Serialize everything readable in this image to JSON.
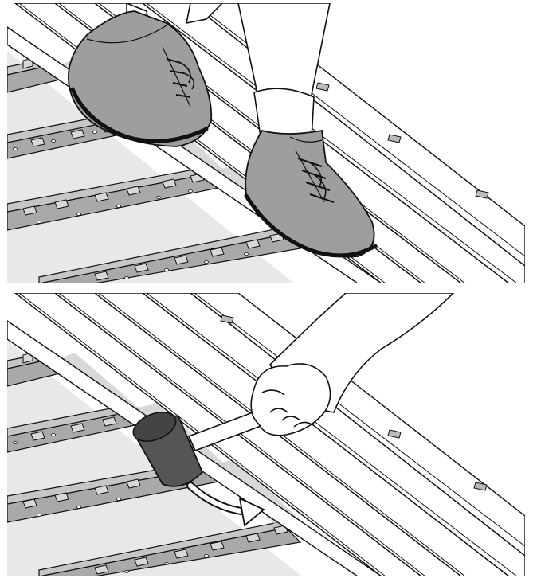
{
  "figure": {
    "panels": [
      {
        "id": "top",
        "subject": "walking-on-deck-boards",
        "icons": [
          "left-boot-icon",
          "right-boot-icon"
        ]
      },
      {
        "id": "bottom",
        "subject": "tapping-board-into-clips",
        "icons": [
          "rubber-mallet-icon",
          "hand-icon",
          "motion-arrow-icon"
        ]
      }
    ],
    "colors": {
      "ink": "#111111",
      "boot": "#9e9e9e",
      "boot_dark": "#7a7a7a",
      "joist": "#a8a8a8",
      "joist_top": "#c4c4c4",
      "shadow": "#bdbdbd",
      "floor": "#e6e6e6",
      "mallet": "#555555"
    }
  }
}
